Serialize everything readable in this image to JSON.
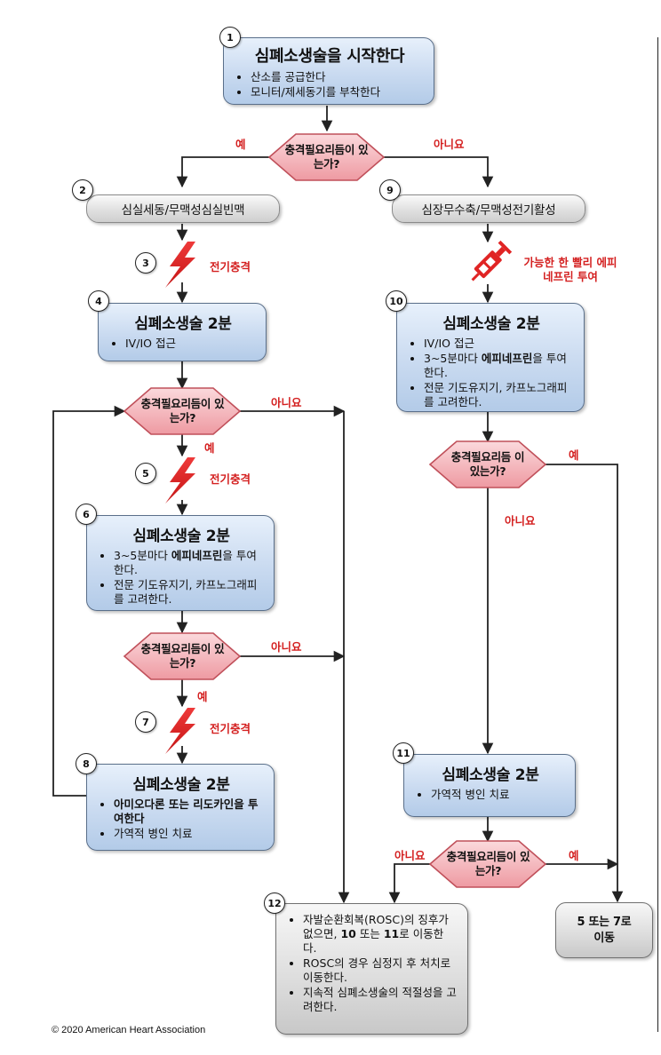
{
  "step_numbers": [
    "1",
    "2",
    "3",
    "4",
    "5",
    "6",
    "7",
    "8",
    "9",
    "10",
    "11",
    "12"
  ],
  "boxes": {
    "b1": {
      "title": "심폐소생술을 시작한다",
      "items": [
        "산소를 공급한다",
        "모니터/제세동기를 부착한다"
      ]
    },
    "b2": {
      "text": "심실세동/무맥성심실빈맥"
    },
    "b4": {
      "title": "심폐소생술 2분",
      "items": [
        "IV/IO 접근"
      ]
    },
    "b6": {
      "title": "심폐소생술 2분",
      "item1_pre": "3~5분마다 ",
      "item1_bold": "에피네프린",
      "item1_post": "을 투여한다.",
      "item2": "전문 기도유지기, 카프노그래피를 고려한다."
    },
    "b8": {
      "title": "심폐소생술 2분",
      "item1_bold": "아미오다론 또는 리도카인을 투여한다",
      "item2": "가역적 병인 치료"
    },
    "b9": {
      "text": "심장무수축/무맥성전기활성"
    },
    "b10": {
      "title": "심폐소생술 2분",
      "item1": "IV/IO 접근",
      "item2_pre": "3~5분마다 ",
      "item2_bold": "에피네프린",
      "item2_post": "을 투여한다.",
      "item3": "전문 기도유지기, 카프노그래피를 고려한다."
    },
    "b11": {
      "title": "심폐소생술 2분",
      "items": [
        "가역적 병인 치료"
      ]
    },
    "b12": {
      "item1_pre": "자발순환회복(ROSC)의 징후가 없으면, ",
      "item1_b1": "10",
      "item1_mid": " 또는 ",
      "item1_b2": "11",
      "item1_post": "로 이동한다.",
      "item2": "ROSC의 경우 심정지 후 처치로 이동한다.",
      "item3": "지속적 심폐소생술의 적절성을 고려한다."
    },
    "b13": {
      "text": "5 또는 7로 이동"
    }
  },
  "decisions": {
    "d1": "충격필요리듬이 있는가?",
    "d2": "충격필요리듬이 있는가?",
    "d3": "충격필요리듬이 있는가?",
    "d4": "충격필요리듬 이 있는가?",
    "d5": "충격필요리듬이 있는가?"
  },
  "labels": {
    "yes": "예",
    "no": "아니요",
    "shock": "전기충격",
    "epi_asap": "가능한 한 빨리 에피네프린 투여"
  },
  "icons": [
    "lightning-bolt-icon",
    "syringe-icon"
  ],
  "colors": {
    "accent_red": "#d42020",
    "box_blue": "#c9daf0",
    "box_grey": "#dcdcdc",
    "decision_pink": "#f4b8bd"
  },
  "copyright": "© 2020 American Heart Association"
}
